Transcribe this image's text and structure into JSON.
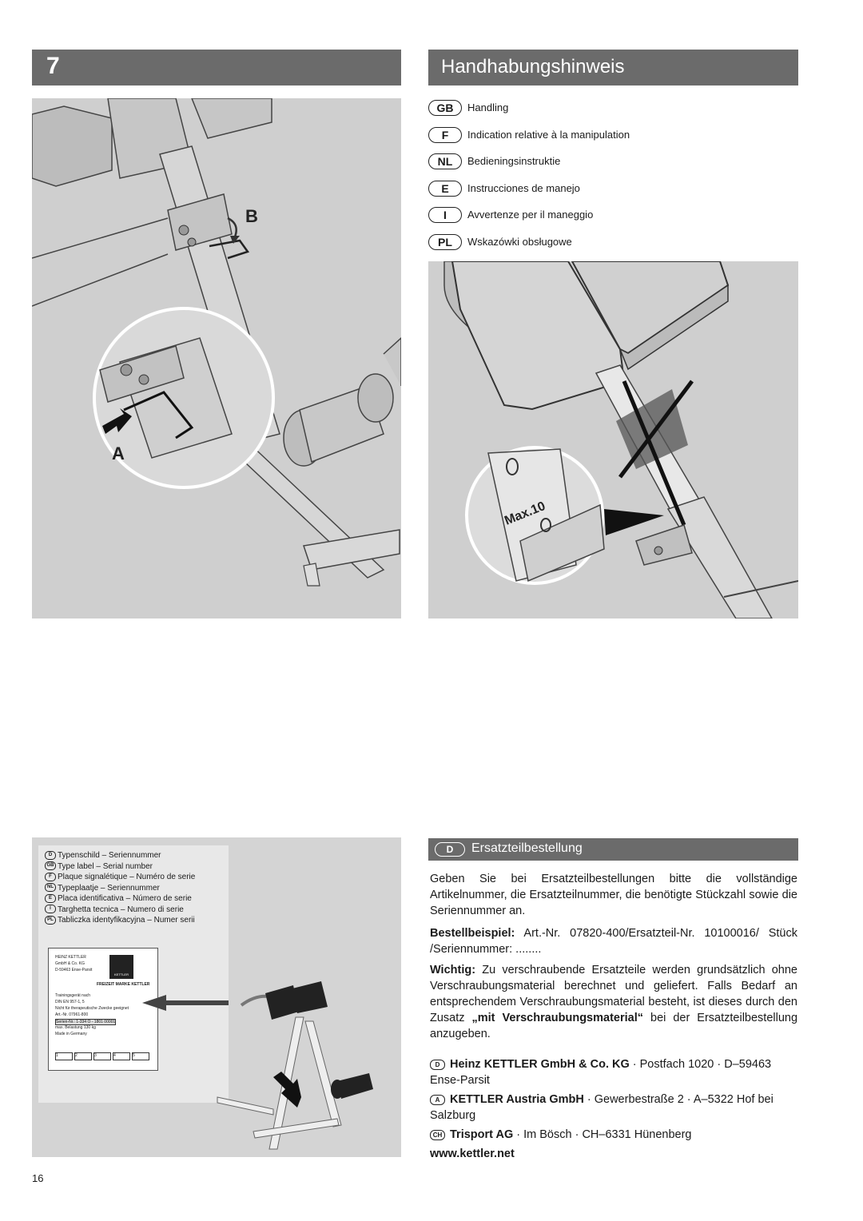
{
  "header": {
    "step_number": "7",
    "title": "Handhabungshinweis"
  },
  "languages": [
    {
      "code": "GB",
      "text": "Handling"
    },
    {
      "code": "F",
      "text": "Indication relative à la manipulation"
    },
    {
      "code": "NL",
      "text": "Bedieningsinstruktie"
    },
    {
      "code": "E",
      "text": "Instrucciones de manejo"
    },
    {
      "code": "I",
      "text": "Avvertenze per il maneggio"
    },
    {
      "code": "PL",
      "text": "Wskazówki obsługowe"
    }
  ],
  "illustration1": {
    "label_b": "B",
    "label_a": "A"
  },
  "illustration2": {
    "max_label": "Max.10"
  },
  "type_label": {
    "lines": [
      {
        "code": "D",
        "text": "Typenschild – Seriennummer"
      },
      {
        "code": "GB",
        "text": "Type label – Serial number"
      },
      {
        "code": "F",
        "text": "Plaque signalétique – Numéro de serie"
      },
      {
        "code": "NL",
        "text": "Typeplaatje – Seriennummer"
      },
      {
        "code": "E",
        "text": "Placa identificativa – Número de serie"
      },
      {
        "code": "I",
        "text": "Targhetta tecnica – Numero di serie"
      },
      {
        "code": "PL",
        "text": "Tabliczka identyfikacyjna – Numer serii"
      }
    ],
    "plate": {
      "company1": "HEINZ KETTLER",
      "company2": "GmbH & Co. KG",
      "company3": "D-59463 Ense-Parsit",
      "logo": "KETTLER",
      "brand": "FREIZEIT MARKE KETTLER",
      "line1": "Trainingsgerät nach",
      "line2": "DIN EN 957-1, 5",
      "line3": "Nicht für therapeutische Zwecke geeignet",
      "line4": "Art.-Nr. 07961-800",
      "serial": "Serien-Nr.: 1-334 O - 1801 00001",
      "line5": "max. Belastung 130 kg",
      "line6": "Made in Germany",
      "boxes": [
        "1",
        "2",
        "3",
        "4",
        "5"
      ]
    }
  },
  "spare_parts": {
    "badge": "D",
    "title": "Ersatzteilbestellung",
    "para1": "Geben Sie bei Ersatzteilbestellungen bitte die vollständige Artikelnummer, die Ersatzteilnummer, die benötigte Stückzahl sowie die Seriennummer an.",
    "example_label": "Bestellbeispiel:",
    "example_text": "Art.-Nr. 07820-400/Ersatzteil-Nr. 10100016/ Stück /Seriennummer: ........",
    "important_label": "Wichtig:",
    "important_text_a": "Zu verschraubende Ersatzteile werden grundsätzlich ohne Verschraubungsmaterial berechnet und geliefert. Falls Bedarf an entsprechendem Verschraubungsmaterial besteht, ist dieses durch den Zusatz",
    "important_bold": "„mit Verschraubungsmaterial“",
    "important_text_b": "bei der Ersatzteilbestellung anzugeben."
  },
  "addresses": [
    {
      "code": "D",
      "name": "Heinz KETTLER GmbH & Co. KG",
      "rest": "· Postfach 1020 · D–59463 Ense-Parsit"
    },
    {
      "code": "A",
      "name": "KETTLER Austria GmbH",
      "rest": "· Gewerbestraße 2 · A–5322 Hof bei Salzburg"
    },
    {
      "code": "CH",
      "name": "Trisport AG",
      "rest": "· Im Bösch · CH–6331 Hünenberg"
    }
  ],
  "website": "www.kettler.net",
  "page_number": "16"
}
